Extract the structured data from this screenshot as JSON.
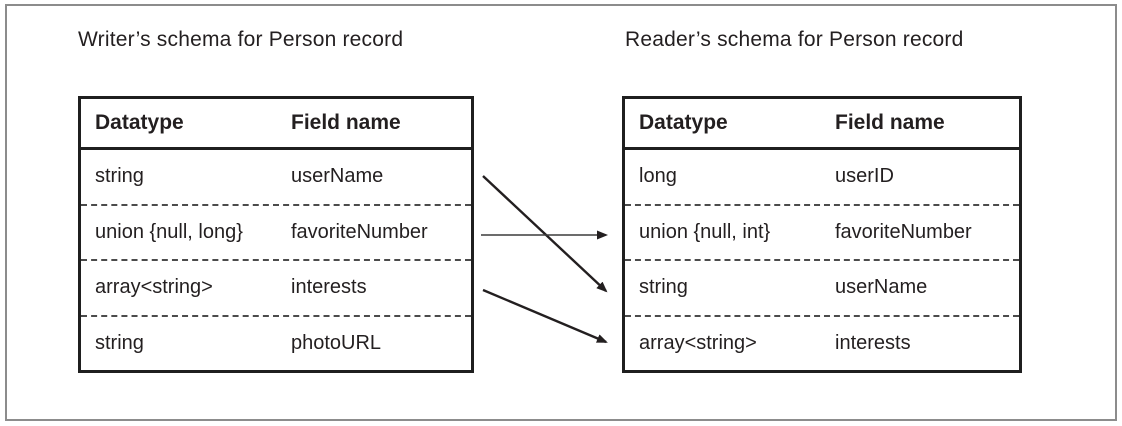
{
  "figure": {
    "writer_title": "Writer’s schema for Person record",
    "reader_title": "Reader’s schema for Person record"
  },
  "writer_table": {
    "headers": {
      "datatype": "Datatype",
      "field_name": "Field name"
    },
    "rows": [
      {
        "datatype": "string",
        "field": "userName"
      },
      {
        "datatype": "union {null, long}",
        "field": "favoriteNumber"
      },
      {
        "datatype": "array<string>",
        "field": "interests"
      },
      {
        "datatype": "string",
        "field": "photoURL"
      }
    ]
  },
  "reader_table": {
    "headers": {
      "datatype": "Datatype",
      "field_name": "Field name"
    },
    "rows": [
      {
        "datatype": "long",
        "field": "userID"
      },
      {
        "datatype": "union {null, int}",
        "field": "favoriteNumber"
      },
      {
        "datatype": "string",
        "field": "userName"
      },
      {
        "datatype": "array<string>",
        "field": "interests"
      }
    ]
  },
  "mappings": [
    {
      "from_field": "userName",
      "from_row": 0,
      "to_field": "userName",
      "to_row": 2,
      "style": "thick"
    },
    {
      "from_field": "favoriteNumber",
      "from_row": 1,
      "to_field": "favoriteNumber",
      "to_row": 1,
      "style": "thin"
    },
    {
      "from_field": "interests",
      "from_row": 2,
      "to_field": "interests",
      "to_row": 3,
      "style": "thick"
    }
  ],
  "colors": {
    "frame": "#8c8c8c",
    "table_border": "#1f1f1f",
    "dashed_divider": "#4b4b4b",
    "arrow": "#231f20",
    "text": "#231f20",
    "background": "#ffffff"
  }
}
